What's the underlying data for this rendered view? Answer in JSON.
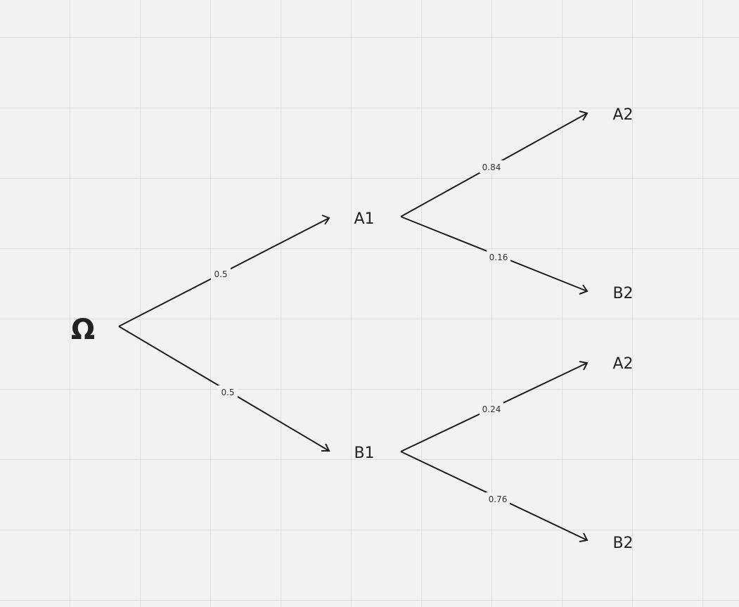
{
  "tree": {
    "root": "Ω",
    "level1": [
      {
        "label": "A1",
        "prob": "0.5"
      },
      {
        "label": "B1",
        "prob": "0.5"
      }
    ],
    "level2": [
      {
        "label": "A2",
        "prob": "0.84"
      },
      {
        "label": "B2",
        "prob": "0.16"
      },
      {
        "label": "A2",
        "prob": "0.24"
      },
      {
        "label": "B2",
        "prob": "0.76"
      }
    ]
  },
  "colors": {
    "background": "#f2f2f2",
    "grid": "#dedede",
    "line": "#1e1e1e"
  }
}
